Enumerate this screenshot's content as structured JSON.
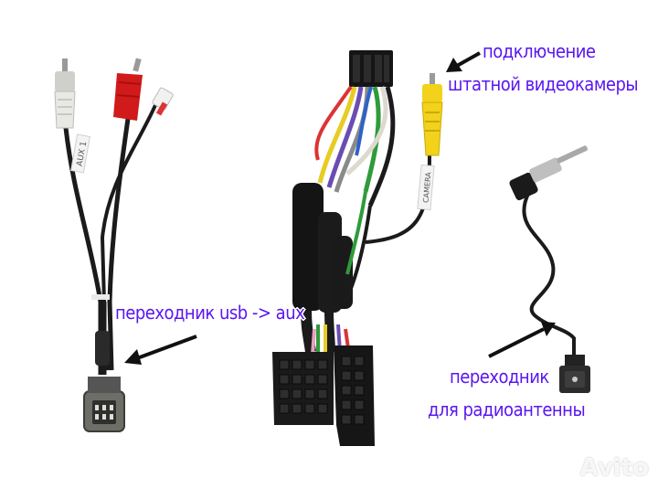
{
  "labels": {
    "camera_line1": "подключение",
    "camera_line2": "штатной видеокамеры",
    "usb_aux": "переходник usb -> aux",
    "antenna_line1": "переходник",
    "antenna_line2": "для радиоантенны"
  },
  "cable_tags": {
    "aux_tag": "AUX 1",
    "camera_tag": "CAMERA"
  },
  "watermark": "Avito",
  "colors": {
    "label_text": "#5a17f0",
    "arrow": "#111111",
    "rca_red": "#d11a1a",
    "rca_white": "#e8e8e4",
    "rca_yellow": "#f2d21a",
    "connector_body": "#1a1a1a"
  }
}
